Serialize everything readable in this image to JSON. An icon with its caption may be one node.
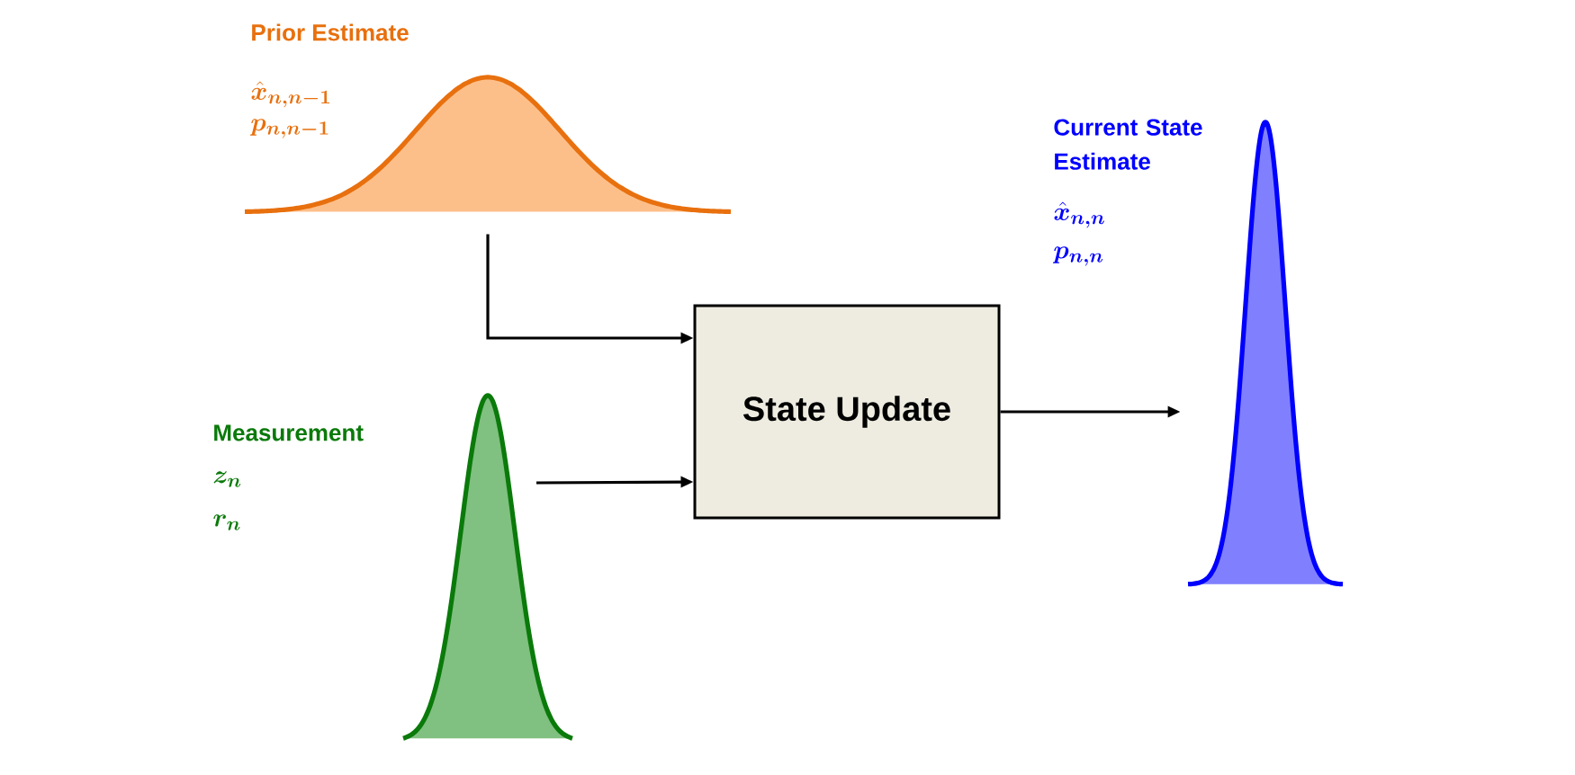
{
  "diagram": {
    "nodes": [
      {
        "text": [
          "Prior Estimate",
          "\\bm{\\hat{x}_{n,n-1}}",
          "\\bm{p_{n,n-1}}"
        ]
      },
      {
        "text": [
          "Measurement",
          "\\bm{z_{n}}",
          "\\bm{r_{n}}"
        ]
      },
      {
        "text": [
          "State Update"
        ]
      },
      {
        "text": [
          "Current State Estimate",
          "\\bm{\\hat{x}_{n,n}}",
          "\\bm{p_{n,n}}"
        ]
      }
    ],
    "edges": [
      {
        "from": 0,
        "to": 2,
        "arrow": "to"
      },
      {
        "from": 1,
        "to": 2,
        "arrow": "to"
      },
      {
        "from": 2,
        "to": 3,
        "arrow": "to"
      }
    ]
  }
}
